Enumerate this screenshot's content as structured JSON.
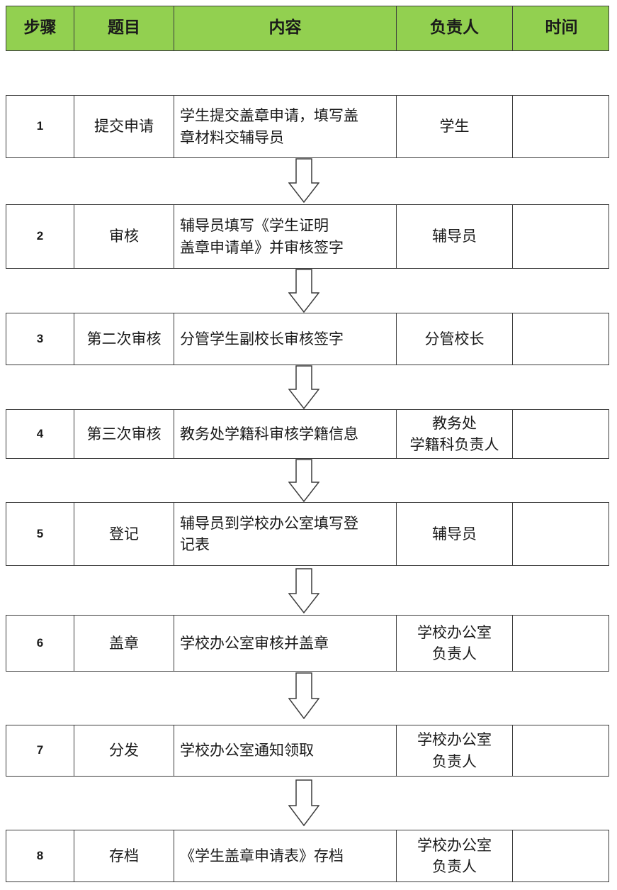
{
  "header": {
    "step": "步骤",
    "title": "题目",
    "content": "内容",
    "owner": "负责人",
    "time": "时间"
  },
  "colors": {
    "header_bg": "#92d050",
    "border": "#3c3c3c"
  },
  "steps": [
    {
      "num": "1",
      "title": "提交申请",
      "content_lines": [
        "学生提交盖章申请，填写盖",
        "章材料交辅导员"
      ],
      "owner_lines": [
        "学生"
      ],
      "time": ""
    },
    {
      "num": "2",
      "title": "审核",
      "content_lines": [
        "辅导员填写《学生证明",
        "盖章申请单》并审核签字"
      ],
      "owner_lines": [
        "辅导员"
      ],
      "time": ""
    },
    {
      "num": "3",
      "title": "第二次审核",
      "content_lines": [
        "分管学生副校长审核签字"
      ],
      "owner_lines": [
        "分管校长"
      ],
      "time": ""
    },
    {
      "num": "4",
      "title": "第三次审核",
      "content_lines": [
        "教务处学籍科审核学籍信息"
      ],
      "owner_lines": [
        "教务处",
        "学籍科负责人"
      ],
      "time": ""
    },
    {
      "num": "5",
      "title": "登记",
      "content_lines": [
        "辅导员到学校办公室填写登",
        "记表"
      ],
      "owner_lines": [
        "辅导员"
      ],
      "time": ""
    },
    {
      "num": "6",
      "title": "盖章",
      "content_lines": [
        "学校办公室审核并盖章"
      ],
      "owner_lines": [
        "学校办公室",
        "负责人"
      ],
      "time": ""
    },
    {
      "num": "7",
      "title": "分发",
      "content_lines": [
        "学校办公室通知领取"
      ],
      "owner_lines": [
        "学校办公室",
        "负责人"
      ],
      "time": ""
    },
    {
      "num": "8",
      "title": "存档",
      "content_lines": [
        "《学生盖章申请表》存档"
      ],
      "owner_lines": [
        "学校办公室",
        "负责人"
      ],
      "time": ""
    }
  ]
}
